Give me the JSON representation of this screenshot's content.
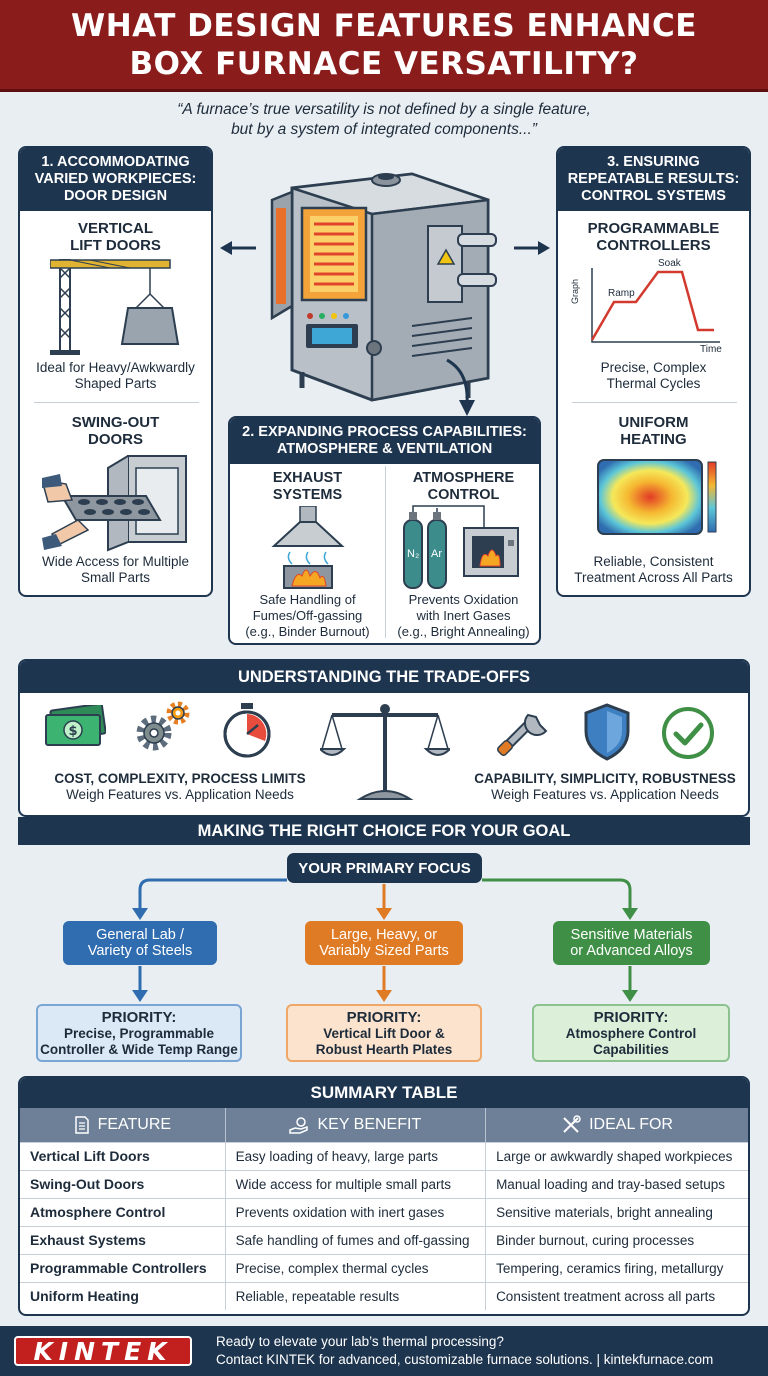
{
  "header": {
    "line1": "WHAT DESIGN FEATURES ENHANCE",
    "line2": "BOX FURNACE VERSATILITY?"
  },
  "quote": {
    "line1": "“A furnace’s true versatility is not defined by a single feature,",
    "line2": "but by a system of integrated components...”"
  },
  "section1": {
    "title_lines": [
      "1. ACCOMMODATING",
      "VARIED WORKPIECES:",
      "DOOR DESIGN"
    ],
    "vertical": {
      "title_lines": [
        "VERTICAL",
        "LIFT DOORS"
      ],
      "caption_lines": [
        "Ideal for Heavy/Awkwardly",
        "Shaped Parts"
      ]
    },
    "swing": {
      "title_lines": [
        "SWING-OUT",
        "DOORS"
      ],
      "caption_lines": [
        "Wide Access for Multiple",
        "Small Parts"
      ]
    }
  },
  "section2": {
    "title_lines": [
      "2. EXPANDING PROCESS CAPABILITIES:",
      "ATMOSPHERE & VENTILATION"
    ],
    "exhaust": {
      "title_lines": [
        "EXHAUST",
        "SYSTEMS"
      ],
      "caption_lines": [
        "Safe Handling of",
        "Fumes/Off-gassing",
        "(e.g., Binder Burnout)"
      ]
    },
    "atmosphere": {
      "title_lines": [
        "ATMOSPHERE",
        "CONTROL"
      ],
      "caption_lines": [
        "Prevents Oxidation",
        "with Inert Gases",
        "(e.g., Bright Annealing)"
      ],
      "tank_labels": [
        "N₂",
        "Ar"
      ]
    }
  },
  "section3": {
    "title_lines": [
      "3. ENSURING",
      "REPEATABLE RESULTS:",
      "CONTROL SYSTEMS"
    ],
    "programmable": {
      "title_lines": [
        "PROGRAMMABLE",
        "CONTROLLERS"
      ],
      "graph_labels": {
        "y": "Graph",
        "x": "Time",
        "ramp": "Ramp",
        "soak": "Soak"
      },
      "caption_lines": [
        "Precise, Complex",
        "Thermal Cycles"
      ]
    },
    "uniform": {
      "title_lines": [
        "UNIFORM",
        "HEATING"
      ],
      "caption_lines": [
        "Reliable, Consistent",
        "Treatment Across All Parts"
      ]
    }
  },
  "tradeoffs": {
    "title": "UNDERSTANDING THE TRADE-OFFS",
    "left": {
      "title": "COST, COMPLEXITY, PROCESS LIMITS",
      "caption": "Weigh Features vs. Application Needs"
    },
    "right": {
      "title": "CAPABILITY, SIMPLICITY, ROBUSTNESS",
      "caption": "Weigh Features vs. Application Needs"
    }
  },
  "choice": {
    "title": "MAKING THE RIGHT CHOICE FOR YOUR GOAL",
    "focus": "YOUR PRIMARY FOCUS",
    "goals": [
      {
        "lines": [
          "General Lab /",
          "Variety of Steels"
        ],
        "priority_label": "PRIORITY:",
        "priority_lines": [
          "Precise, Programmable",
          "Controller & Wide Temp Range"
        ],
        "color": "#2f6db0"
      },
      {
        "lines": [
          "Large, Heavy, or",
          "Variably Sized Parts"
        ],
        "priority_label": "PRIORITY:",
        "priority_lines": [
          "Vertical Lift Door &",
          "Robust Hearth Plates"
        ],
        "color": "#e07b25"
      },
      {
        "lines": [
          "Sensitive Materials",
          "or Advanced Alloys"
        ],
        "priority_label": "PRIORITY:",
        "priority_lines": [
          "Atmosphere Control",
          "Capabilities"
        ],
        "color": "#3f8f46"
      }
    ]
  },
  "summary": {
    "title": "SUMMARY TABLE",
    "headers": [
      "FEATURE",
      "KEY BENEFIT",
      "IDEAL FOR"
    ],
    "rows": [
      [
        "Vertical Lift Doors",
        "Easy loading of heavy, large parts",
        "Large or awkwardly shaped workpieces"
      ],
      [
        "Swing-Out Doors",
        "Wide access for multiple small parts",
        "Manual loading and tray-based setups"
      ],
      [
        "Atmosphere Control",
        "Prevents oxidation with inert gases",
        "Sensitive materials, bright annealing"
      ],
      [
        "Exhaust Systems",
        "Safe handling of fumes and off-gassing",
        "Binder burnout, curing processes"
      ],
      [
        "Programmable Controllers",
        "Precise, complex thermal cycles",
        "Tempering, ceramics firing, metallurgy"
      ],
      [
        "Uniform Heating",
        "Reliable, repeatable results",
        "Consistent treatment across all parts"
      ]
    ]
  },
  "footer": {
    "logo": "KINTEK",
    "line1": "Ready to elevate your lab’s thermal processing?",
    "line2": "Contact KINTEK for advanced, customizable furnace solutions.  |  kintekfurnace.com"
  },
  "colors": {
    "navy": "#1e3550",
    "red": "#8b1c1c",
    "blue": "#2f6db0",
    "orange": "#e07b25",
    "green": "#3f8f46"
  }
}
